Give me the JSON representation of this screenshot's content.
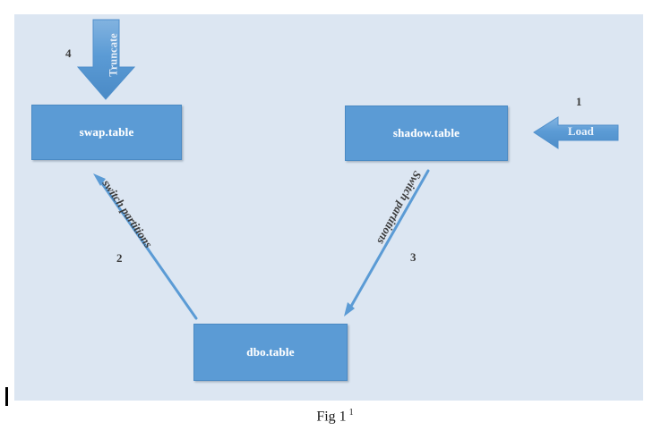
{
  "figure": {
    "caption": "Fig 1",
    "caption_superscript": "1",
    "panel_background": "#dce6f2",
    "box_fill": "#5b9bd5",
    "arrow_fill": "#5b9bd5",
    "connector_color": "#5b9bd5",
    "number_color": "#3b3b3b"
  },
  "nodes": [
    {
      "id": "swap",
      "label": "swap.table"
    },
    {
      "id": "shadow",
      "label": "shadow.table"
    },
    {
      "id": "dbo",
      "label": "dbo.table"
    }
  ],
  "steps": [
    {
      "number": "1",
      "label": "Load",
      "from": "external",
      "to": "shadow.table",
      "direction": "left"
    },
    {
      "number": "2",
      "label": "switch partitions",
      "from": "dbo.table",
      "to": "swap.table",
      "direction": "up-left"
    },
    {
      "number": "3",
      "label": "Switch partitions",
      "from": "shadow.table",
      "to": "dbo.table",
      "direction": "down-left"
    },
    {
      "number": "4",
      "label": "Truncate",
      "from": "external",
      "to": "swap.table",
      "direction": "down"
    }
  ],
  "labels": {
    "truncate": "Truncate",
    "load": "Load",
    "switch_left": "switch partitions",
    "switch_right": "Switch partitions",
    "n1": "1",
    "n2": "2",
    "n3": "3",
    "n4": "4"
  }
}
